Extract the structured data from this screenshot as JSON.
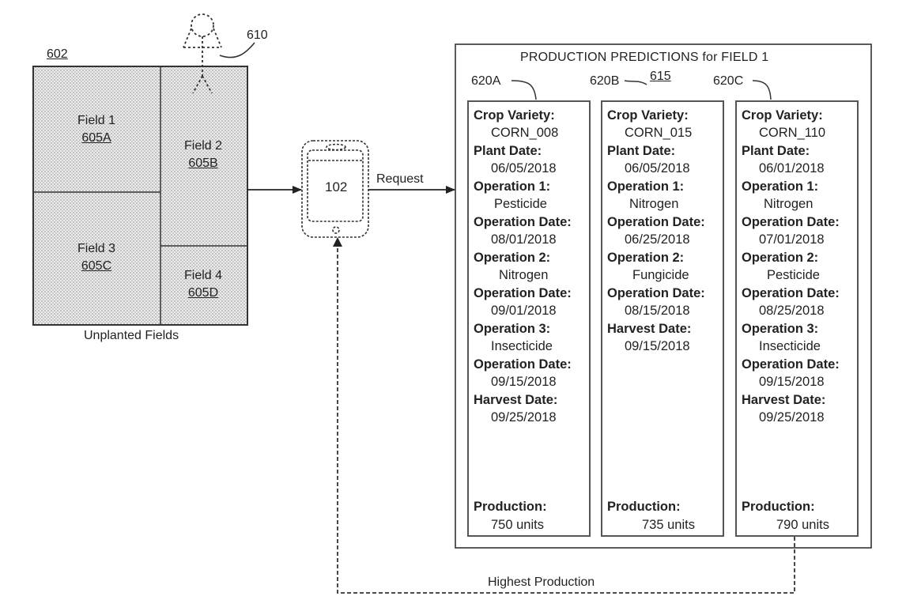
{
  "field_group": {
    "ref": "602",
    "caption": "Unplanted Fields",
    "fields": [
      {
        "name": "Field 1",
        "ref": "605A"
      },
      {
        "name": "Field 2",
        "ref": "605B"
      },
      {
        "name": "Field 3",
        "ref": "605C"
      },
      {
        "name": "Field 4",
        "ref": "605D"
      }
    ]
  },
  "user_ref": "610",
  "device": {
    "label": "102"
  },
  "request_label": "Request",
  "feedback_label": "Highest Production",
  "panel": {
    "title": "PRODUCTION PREDICTIONS for FIELD 1",
    "ref": "615",
    "cards": [
      {
        "ref": "620A",
        "rows": [
          {
            "key": "Crop Variety:",
            "value": "CORN_008"
          },
          {
            "key": "Plant Date:",
            "value": "06/05/2018"
          },
          {
            "key": "Operation 1:",
            "value": "Pesticide"
          },
          {
            "key": "Operation Date:",
            "value": "08/01/2018"
          },
          {
            "key": "Operation 2:",
            "value": "Nitrogen"
          },
          {
            "key": "Operation Date:",
            "value": "09/01/2018"
          },
          {
            "key": "Operation 3:",
            "value": "Insecticide"
          },
          {
            "key": "Operation Date:",
            "value": "09/15/2018"
          },
          {
            "key": "Harvest Date:",
            "value": "09/25/2018"
          }
        ],
        "production_label": "Production:",
        "production_value": "750 units"
      },
      {
        "ref": "620B",
        "rows": [
          {
            "key": "Crop Variety:",
            "value": "CORN_015"
          },
          {
            "key": "Plant Date:",
            "value": "06/05/2018"
          },
          {
            "key": "Operation 1:",
            "value": "Nitrogen"
          },
          {
            "key": "Operation Date:",
            "value": "06/25/2018"
          },
          {
            "key": "Operation 2:",
            "value": "Fungicide"
          },
          {
            "key": "Operation Date:",
            "value": "08/15/2018"
          },
          {
            "key": "Harvest Date:",
            "value": "09/15/2018"
          }
        ],
        "production_label": "Production:",
        "production_value": "735 units"
      },
      {
        "ref": "620C",
        "rows": [
          {
            "key": "Crop Variety:",
            "value": "CORN_110"
          },
          {
            "key": "Plant Date:",
            "value": "06/01/2018"
          },
          {
            "key": "Operation 1:",
            "value": "Nitrogen"
          },
          {
            "key": "Operation Date:",
            "value": "07/01/2018"
          },
          {
            "key": "Operation 2:",
            "value": "Pesticide"
          },
          {
            "key": "Operation Date:",
            "value": "08/25/2018"
          },
          {
            "key": "Operation 3:",
            "value": "Insecticide"
          },
          {
            "key": "Operation Date:",
            "value": "09/15/2018"
          },
          {
            "key": "Harvest Date:",
            "value": "09/25/2018"
          }
        ],
        "production_label": "Production:",
        "production_value": "790 units"
      }
    ]
  }
}
